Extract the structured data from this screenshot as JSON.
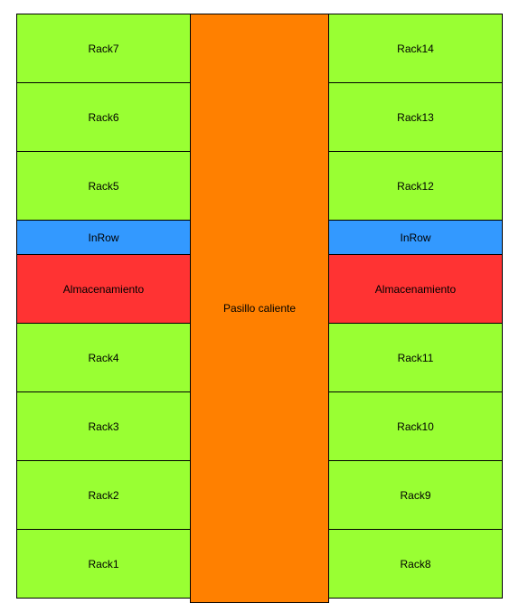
{
  "colors": {
    "rack": "#99ff33",
    "inrow": "#3399ff",
    "storage": "#ff3333",
    "aisle": "#ff8000"
  },
  "aisle": {
    "label": "Pasillo caliente"
  },
  "left_column": [
    {
      "type": "rack",
      "label": "Rack7"
    },
    {
      "type": "rack",
      "label": "Rack6"
    },
    {
      "type": "rack",
      "label": "Rack5"
    },
    {
      "type": "inrow",
      "label": "InRow"
    },
    {
      "type": "storage",
      "label": "Almacenamiento"
    },
    {
      "type": "rack",
      "label": "Rack4"
    },
    {
      "type": "rack",
      "label": "Rack3"
    },
    {
      "type": "rack",
      "label": "Rack2"
    },
    {
      "type": "rack",
      "label": "Rack1"
    }
  ],
  "right_column": [
    {
      "type": "rack",
      "label": "Rack14"
    },
    {
      "type": "rack",
      "label": "Rack13"
    },
    {
      "type": "rack",
      "label": "Rack12"
    },
    {
      "type": "inrow",
      "label": "InRow"
    },
    {
      "type": "storage",
      "label": "Almacenamiento"
    },
    {
      "type": "rack",
      "label": "Rack11"
    },
    {
      "type": "rack",
      "label": "Rack10"
    },
    {
      "type": "rack",
      "label": "Rack9"
    },
    {
      "type": "rack",
      "label": "Rack8"
    }
  ]
}
